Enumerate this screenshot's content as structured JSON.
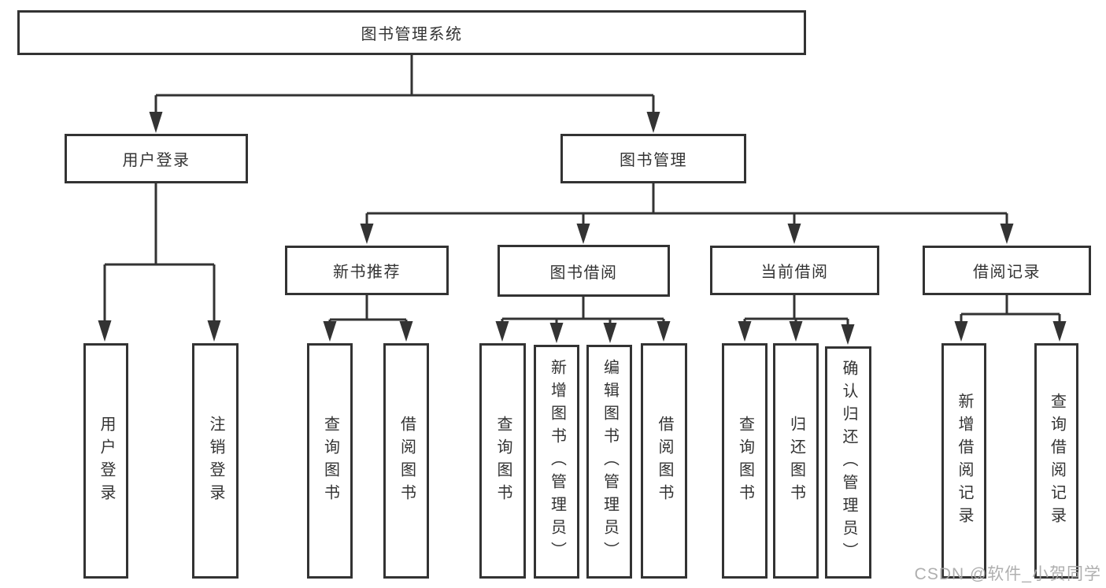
{
  "diagram": {
    "type": "tree",
    "root": {
      "label": "图书管理系统"
    },
    "level2": [
      {
        "id": "user-login",
        "label": "用户登录"
      },
      {
        "id": "book-management",
        "label": "图书管理"
      }
    ],
    "level3": [
      {
        "id": "new-book-recommend",
        "label": "新书推荐",
        "parent": "图书管理"
      },
      {
        "id": "book-borrow",
        "label": "图书借阅",
        "parent": "图书管理"
      },
      {
        "id": "current-borrow",
        "label": "当前借阅",
        "parent": "图书管理"
      },
      {
        "id": "borrow-records",
        "label": "借阅记录",
        "parent": "图书管理"
      }
    ],
    "leaves": {
      "user_login": [
        "用户登录",
        "注销登录"
      ],
      "new_book_recommend": [
        "查询图书",
        "借阅图书"
      ],
      "book_borrow": [
        "查询图书",
        "新增图书（管理员）",
        "编辑图书（管理员）",
        "借阅图书"
      ],
      "current_borrow": [
        "查询图书",
        "归还图书",
        "确认归还（管理员）"
      ],
      "borrow_records": [
        "新增借阅记录",
        "查询借阅记录"
      ]
    },
    "line_color": "#333333",
    "text_color": "#333333",
    "background": "#ffffff"
  },
  "watermark": "CSDN @软件_小贺同学"
}
